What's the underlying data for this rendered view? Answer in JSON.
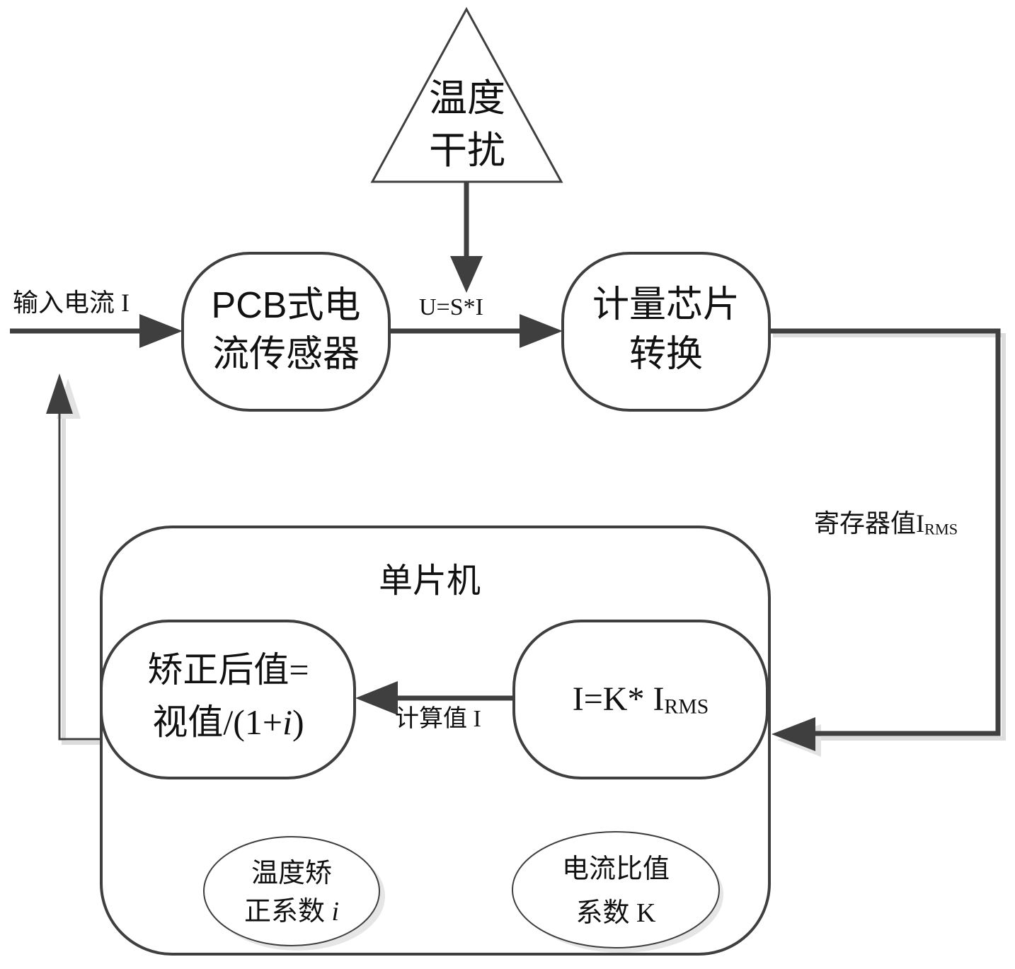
{
  "colors": {
    "stroke": "#3f3f3f",
    "shadow": "#d9d9d9",
    "text": "#111111",
    "background": "#ffffff"
  },
  "nodes": {
    "disturbance": {
      "line1": "温度",
      "line2": "干扰"
    },
    "sensor": {
      "line1": "PCB式电",
      "line2": "流传感器"
    },
    "chip": {
      "line1": "计量芯片",
      "line2": "转换"
    },
    "mcu": {
      "title": "单片机"
    },
    "corrected": {
      "line1": "矫正后值=",
      "line2_prefix": "视值/(1+",
      "line2_var": "i",
      "line2_suffix": ")"
    },
    "calc": {
      "main": "I=K* I",
      "sub": "RMS"
    },
    "temp_coef": {
      "line1": "温度矫",
      "line2_prefix": "正系数 ",
      "line2_var": "i"
    },
    "ratio_coef": {
      "line1": "电流比值",
      "line2": "系数 K"
    }
  },
  "edges": {
    "input_current": "输入电流 I",
    "sensor_to_chip": "U=S*I",
    "register_value": {
      "main": "寄存器值I",
      "sub": "RMS"
    },
    "calc_value": "计算值 I"
  }
}
